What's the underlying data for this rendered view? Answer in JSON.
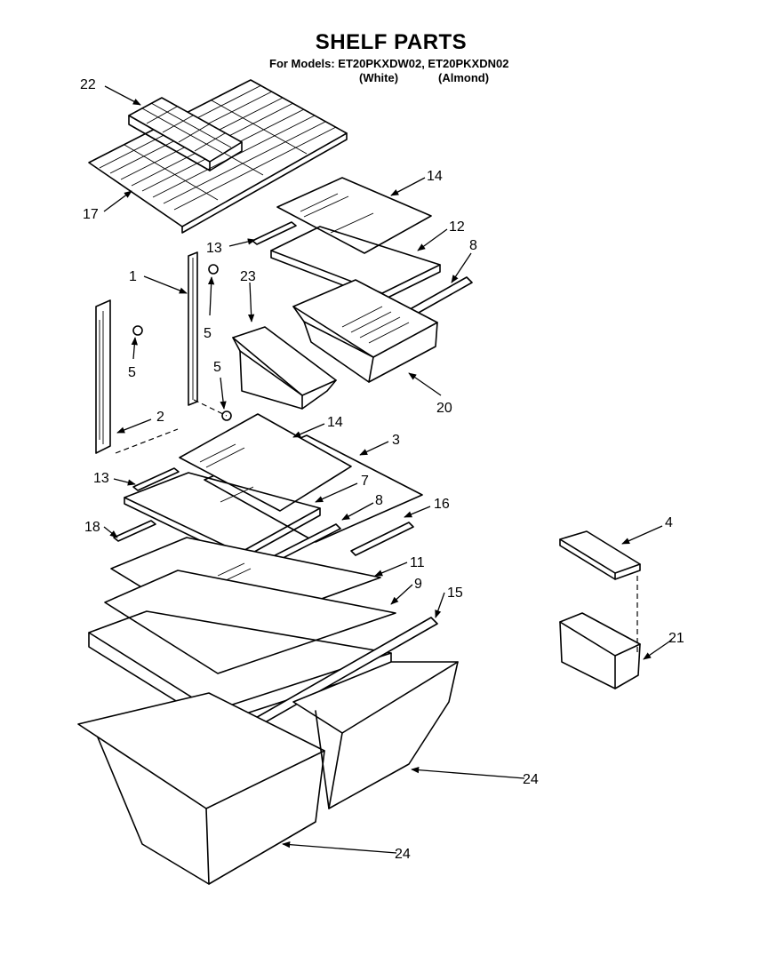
{
  "title": "SHELF PARTS",
  "models_line": "For Models: ET20PKXDW02, ET20PKXDN02",
  "variants": {
    "white": "(White)",
    "almond": "(Almond)"
  },
  "callouts": [
    "22",
    "17",
    "14",
    "13",
    "12",
    "8",
    "1",
    "23",
    "5",
    "5",
    "5",
    "2",
    "20",
    "14",
    "3",
    "13",
    "7",
    "8",
    "16",
    "18",
    "11",
    "9",
    "15",
    "4",
    "21",
    "24",
    "24"
  ]
}
